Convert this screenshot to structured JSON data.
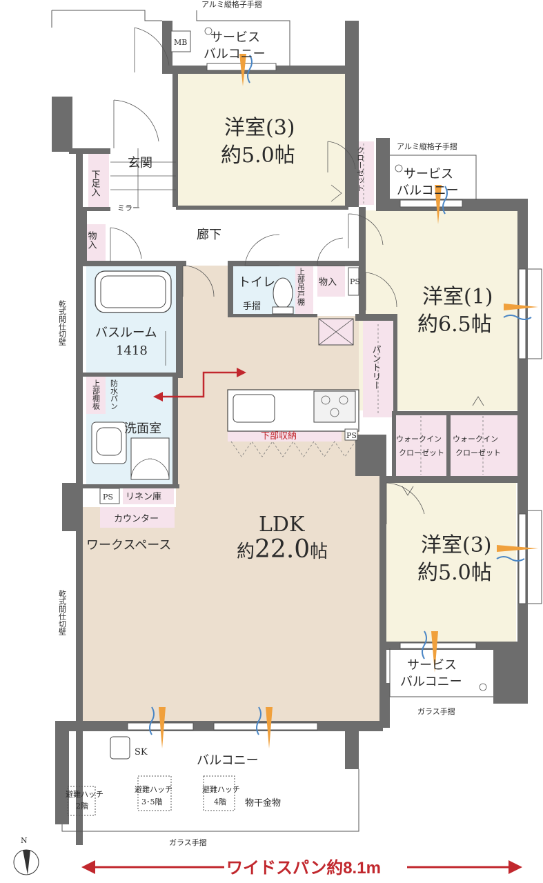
{
  "labels": {
    "rail_top": "アルミ縦格子手摺",
    "rail_right": "アルミ縦格子手摺",
    "mb": "MB",
    "service_balcony_1_a": "サービス",
    "service_balcony_1_b": "バルコニー",
    "service_balcony_2_a": "サービス",
    "service_balcony_2_b": "バルコニー",
    "service_balcony_3_a": "サービス",
    "service_balcony_3_b": "バルコニー",
    "room3_top_name": "洋室(3)",
    "room3_top_size": "約5.0帖",
    "closet_a": "クローゼット",
    "entrance": "玄関",
    "shoe_a": "下足入",
    "mirror": "ミラー",
    "storage_1": "物入",
    "hallway": "廊下",
    "toilet": "トイレ",
    "handrail": "手摺",
    "upper_cabinet_v": "上部吊戸棚",
    "storage_2": "物入",
    "ps_1": "PS",
    "room1_name": "洋室(1)",
    "room1_size": "約6.5帖",
    "bathroom_name": "バスルーム",
    "bathroom_size": "1418",
    "pantry": "パントリー",
    "waterproof_pan": "防水パン",
    "upper_shelf": "上部棚板",
    "washroom": "洗面室",
    "lower_storage": "下部収納",
    "ps_2": "PS",
    "walkin_1_a": "ウォークイン",
    "walkin_1_b": "クローゼット",
    "walkin_2_a": "ウォークイン",
    "walkin_2_b": "クローゼット",
    "ps_3": "PS",
    "linen": "リネン庫",
    "counter": "カウンター",
    "workspace": "ワークスペース",
    "ldk_name": "LDK",
    "ldk_size_prefix": "約",
    "ldk_size_value": "22.0",
    "ldk_size_suffix": "帖",
    "room3_right_name": "洋室(3)",
    "room3_right_size": "約5.0帖",
    "dry_wall_1": "乾式間仕切壁",
    "dry_wall_2": "乾式間仕切壁",
    "glass_rail_right": "ガラス手摺",
    "sk": "SK",
    "balcony": "バルコニー",
    "hatch_1_a": "避難ハッチ",
    "hatch_1_b": "2階",
    "hatch_2_a": "避難ハッチ",
    "hatch_2_b": "3･5階",
    "hatch_3_a": "避難ハッチ",
    "hatch_3_b": "4階",
    "laundry": "物干金物",
    "glass_rail_bottom": "ガラス手摺",
    "north": "N",
    "wide_span": "ワイドスパン約8.1m"
  },
  "colors": {
    "wall": "#6d6d6d",
    "bedroom": "#f7f3df",
    "wet_area": "#e4f2f8",
    "storage": "#f6e3ec",
    "ldk_floor": "#ecdfcf",
    "accent_red": "#c1272d",
    "airflow_orange": "#f0a03c",
    "airflow_blue": "#4a86c5"
  },
  "icons": [
    "north-compass-icon",
    "airflow-icon",
    "door-swing-icon",
    "bathtub-icon",
    "toilet-icon",
    "sink-icon",
    "stove-icon",
    "washing-machine-icon"
  ]
}
